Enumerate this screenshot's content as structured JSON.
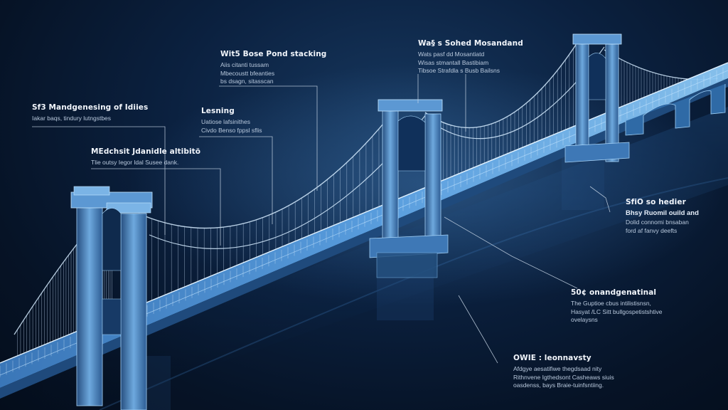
{
  "callouts": [
    {
      "id": "c1",
      "title": "Wit5 Bose Pond stacking",
      "lines": [
        "Aiis citanti tussam",
        "Mbecoustt bfeanties",
        "bs dsagn, sitasscan"
      ]
    },
    {
      "id": "c2",
      "title": "Wa§ s Sohed Mosandand",
      "lines": [
        "Wats pasf dd Mosantiatd",
        "Wisas stmantall Bastibiam",
        "Tibsoe Strafdla s Busb Bailsns"
      ]
    },
    {
      "id": "c3",
      "title": "Sf3 Mandgenesing of Idiies",
      "lines": [
        "Iakar baqs, tindury lutngstbes"
      ]
    },
    {
      "id": "c4",
      "title": "Lesning",
      "lines": [
        "Uatiose lafsinithes",
        "Civdo Benso fppsl sflis"
      ]
    },
    {
      "id": "c5",
      "title": "MEdchsit Jdanidle altibitö",
      "lines": [
        "Tlie outsy Iegor ldal Susee dank."
      ]
    },
    {
      "id": "c6",
      "title": "SfiO so hedier",
      "lines": [
        "Bhsy Ruomil ouild and",
        "Dolid connomi bnsaban",
        "ford af fanvy deefts"
      ]
    },
    {
      "id": "c7",
      "title": "50¢ onandgenatinal",
      "lines": [
        "The Guptioe cbus intilistisnsn,",
        "Hasyat /LC Sitt bullgospetistshtive",
        "ovelaysns"
      ]
    },
    {
      "id": "c8",
      "title": "OWIE : leonnavsty",
      "lines": [
        "Afdgye aesatifiwe thegdsaad nity",
        "Rithnvene Igthedsont Casheaws siuis",
        "oasdenss, bays Braie-tuinfsntiing."
      ]
    }
  ],
  "colors": {
    "background": "#061326",
    "structure": "#8fc4f0",
    "cable": "#cfe6ff",
    "leader": "#c8d6e6",
    "text": "#e6eef9"
  }
}
